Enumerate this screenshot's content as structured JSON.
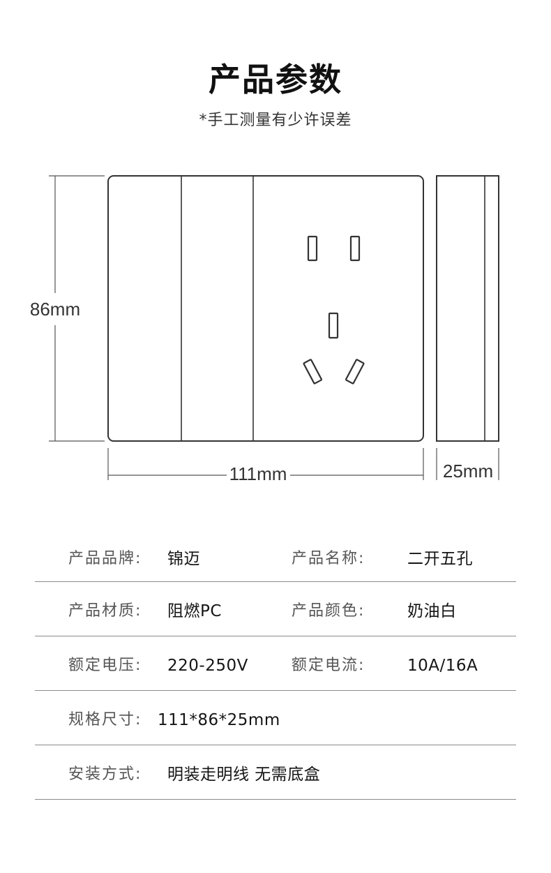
{
  "header": {
    "title": "产品参数",
    "subtitle": "*手工测量有少许误差"
  },
  "dimensions": {
    "height": "86mm",
    "width": "111mm",
    "depth": "25mm"
  },
  "specs": [
    {
      "label1": "产品品牌:",
      "value1": "锦迈",
      "label2": "产品名称:",
      "value2": "二开五孔"
    },
    {
      "label1": "产品材质:",
      "value1": "阻燃PC",
      "label2": "产品颜色:",
      "value2": "奶油白"
    },
    {
      "label1": "额定电压:",
      "value1": "220-250V",
      "label2": "额定电流:",
      "value2": "10A/16A"
    },
    {
      "label1": "规格尺寸:",
      "value1": "111*86*25mm"
    },
    {
      "label1": "安装方式:",
      "value1": "明装走明线 无需底盒"
    }
  ]
}
